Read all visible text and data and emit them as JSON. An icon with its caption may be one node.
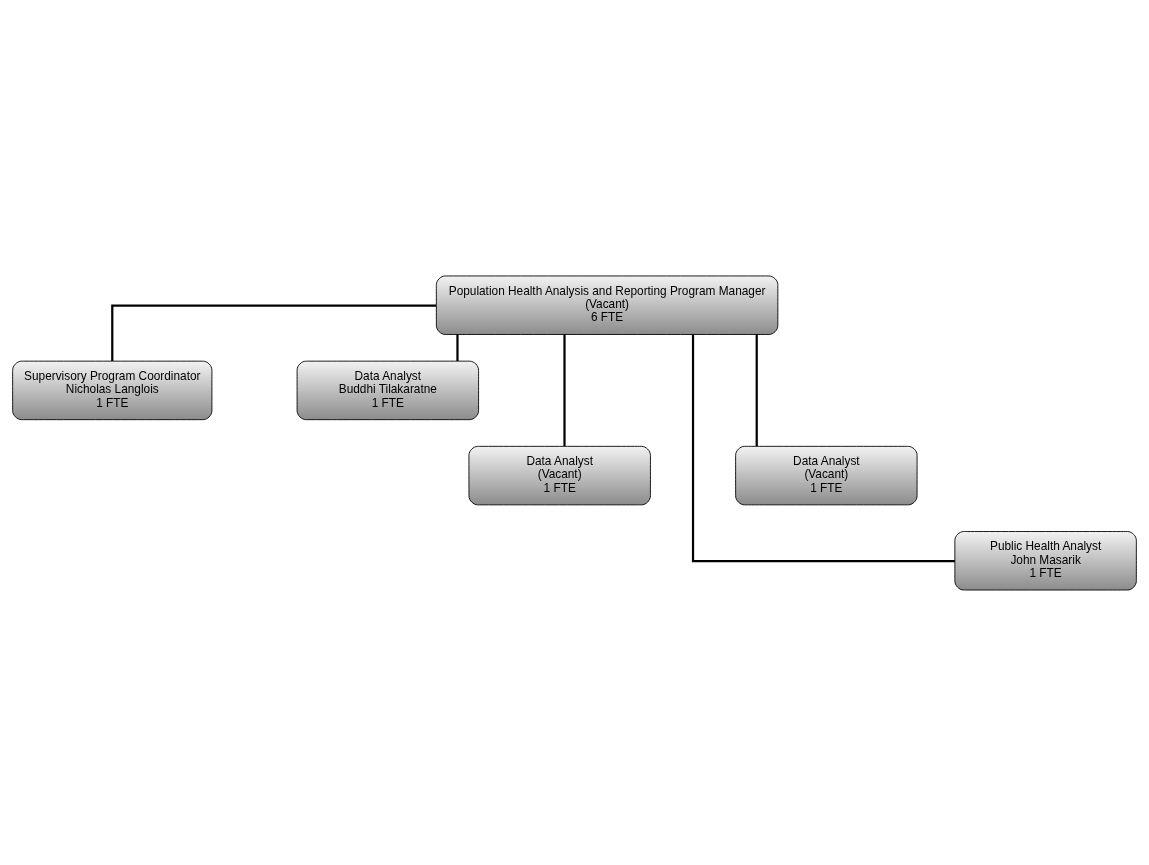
{
  "diagram": {
    "nodes": [
      {
        "text": [
          "Population Health Analysis and Reporting Program Manager",
          "(Vacant)",
          "6 FTE"
        ]
      },
      {
        "text": [
          "Supervisory Program Coordinator",
          "Nicholas Langlois",
          "1 FTE"
        ]
      },
      {
        "text": [
          "Data Analyst",
          "Buddhi Tilakaratne",
          "1 FTE"
        ]
      },
      {
        "text": [
          "Data Analyst",
          "(Vacant)",
          "1 FTE"
        ]
      },
      {
        "text": [
          "Data Analyst",
          "(Vacant)",
          "1 FTE"
        ]
      },
      {
        "text": [
          "Public Health Analyst",
          "John Masarik",
          "1 FTE"
        ]
      }
    ],
    "edges": [
      {
        "from": 0,
        "to": 1,
        "arrow": "none"
      },
      {
        "from": 0,
        "to": 2,
        "arrow": "none"
      },
      {
        "from": 0,
        "to": 3,
        "arrow": "none"
      },
      {
        "from": 0,
        "to": 4,
        "arrow": "none"
      },
      {
        "from": 0,
        "to": 5,
        "arrow": "none"
      }
    ]
  }
}
